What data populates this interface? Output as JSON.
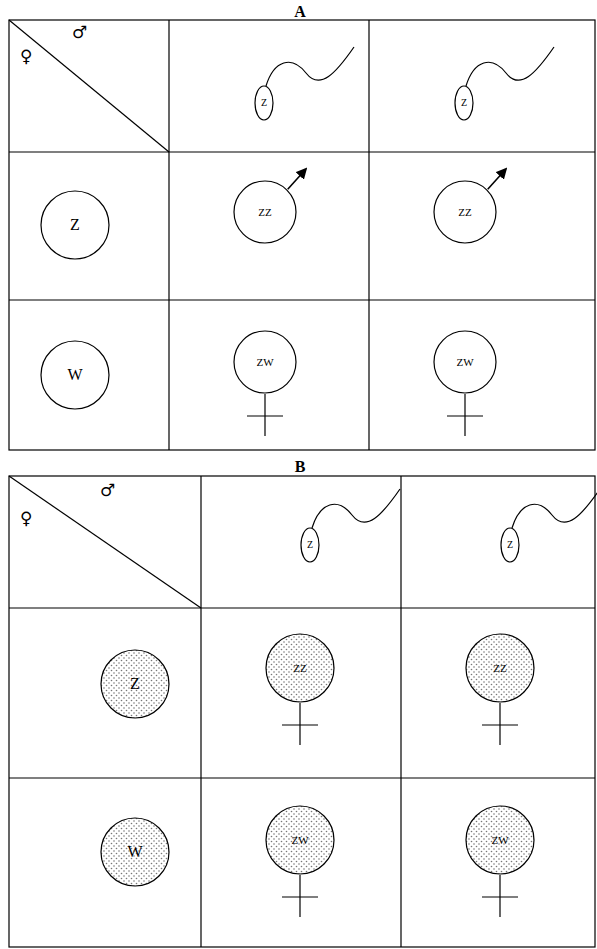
{
  "diagram": {
    "nodes": [
      {
        "text": [
          "Z"
        ]
      },
      {
        "text": [
          "Z"
        ]
      },
      {
        "text": [
          "Z"
        ]
      },
      {
        "text": [
          "ZZ"
        ]
      },
      {
        "text": [
          "ZZ"
        ]
      },
      {
        "text": [
          "W"
        ]
      },
      {
        "text": [
          "ZW"
        ]
      },
      {
        "text": [
          "ZW"
        ]
      },
      {
        "text": [
          "Z"
        ]
      },
      {
        "text": [
          "Z"
        ]
      },
      {
        "text": [
          "Z"
        ]
      },
      {
        "text": [
          "ZZ"
        ]
      },
      {
        "text": [
          "ZZ"
        ]
      },
      {
        "text": [
          "W"
        ]
      },
      {
        "text": [
          "ZW"
        ]
      },
      {
        "text": [
          "ZW"
        ]
      }
    ],
    "labels": [
      "A",
      "♂",
      "♀",
      "B",
      "♂",
      "♀"
    ]
  }
}
